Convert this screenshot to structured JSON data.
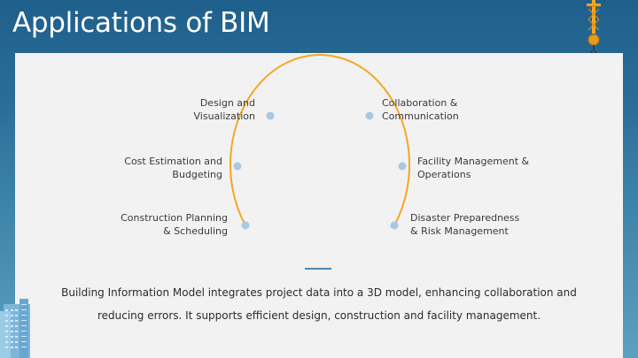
{
  "slide": {
    "title": "Applications of BIM",
    "description_line1": "Building Information Model integrates project data into a 3D model, enhancing collaboration and",
    "description_line2": "reducing errors. It supports efficient design, construction and facility management."
  },
  "applications": {
    "left": [
      {
        "line1": "Design and",
        "line2": "Visualization"
      },
      {
        "line1": "Cost Estimation and",
        "line2": "Budgeting"
      },
      {
        "line1": "Construction Planning",
        "line2": "& Scheduling"
      }
    ],
    "right": [
      {
        "line1": "Collaboration &",
        "line2": "Communication"
      },
      {
        "line1": "Facility Management &",
        "line2": "Operations"
      },
      {
        "line1": "Disaster Preparedness",
        "line2": "& Risk Management"
      }
    ]
  },
  "colors": {
    "arc": "#f5a623",
    "dot": "#a9c8e2",
    "background_top": "#1f5f8c",
    "accent": "#4a86b8"
  },
  "icons": [
    "crane-icon",
    "building-icon"
  ]
}
